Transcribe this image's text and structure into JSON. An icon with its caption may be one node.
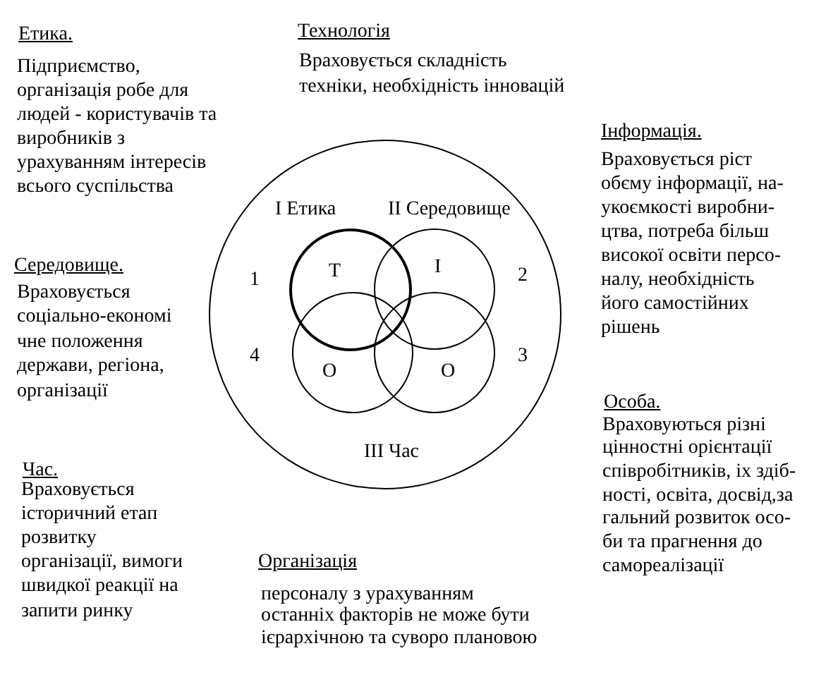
{
  "diagram": {
    "nodes": [
      {
        "text": [
          "I Етика",
          "II Середовище",
          "1",
          "2",
          "4",
          "3",
          "III Час"
        ]
      },
      {
        "text": [
          "Т"
        ],
        "in": 0
      },
      {
        "text": [
          "І"
        ],
        "in": 0
      },
      {
        "text": [
          "О"
        ],
        "in": 0
      },
      {
        "text": [
          "О"
        ],
        "in": 0
      }
    ],
    "labels": [
      "Етика.",
      "Підприємство, організація робе для людей - користувачів та виробників з урахуванням інтересів всього суспільства",
      "Технологія",
      "Враховується складність техніки, необхідність інновацій",
      "Інформація.",
      "Враховується ріст обєму інформації, на- укоємкості виробни- цтва, потреба більш високої освіти персо- налу, необхідність його самостійних рішень",
      "Середовище.",
      "Враховується соціально-економі чне положення держави, регіона, організації",
      "Особа.",
      "Враховуються різні цінностні орієнтації співробітників, іх здіб- ності, освіта, досвід,за гальний розвиток осо- би та прагнення до самореалізації",
      "Час.",
      "Враховується історичний етап розвитку організації, вимоги швидкої реакції на запити ринку",
      "Організація",
      "персоналу з урахуванням останніх факторів не може бути ієрархічною та суворо плановою"
    ]
  }
}
